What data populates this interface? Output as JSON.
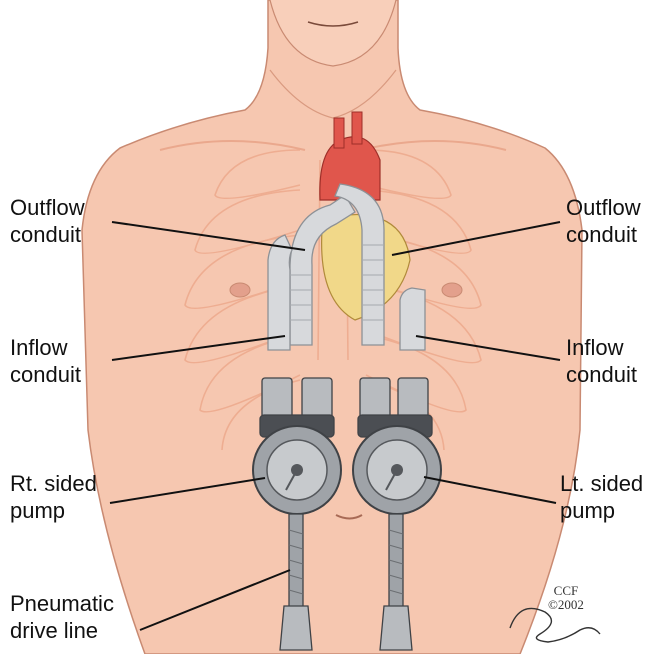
{
  "labels": {
    "outflow_left": {
      "line1": "Outflow",
      "line2": "conduit"
    },
    "outflow_right": {
      "line1": "Outflow",
      "line2": "conduit"
    },
    "inflow_left": {
      "line1": "Inflow",
      "line2": "conduit"
    },
    "inflow_right": {
      "line1": "Inflow",
      "line2": "conduit"
    },
    "pump_right": {
      "line1": "Rt. sided",
      "line2": "pump"
    },
    "pump_left": {
      "line1": "Lt. sided",
      "line2": "pump"
    },
    "drive_line": {
      "line1": "Pneumatic",
      "line2": "drive line"
    }
  },
  "credit": {
    "org": "CCF",
    "year": "©2002",
    "signature": "Pangrace"
  },
  "colors": {
    "skin": "#f6c7b0",
    "skin_shade": "#eaa88d",
    "rib": "#f2b89c",
    "conduit": "#d7d9dc",
    "aorta": "#e0564c",
    "heart": "#f1d889",
    "pump_body": "#9fa3a8",
    "pump_dark": "#4b4e53"
  }
}
